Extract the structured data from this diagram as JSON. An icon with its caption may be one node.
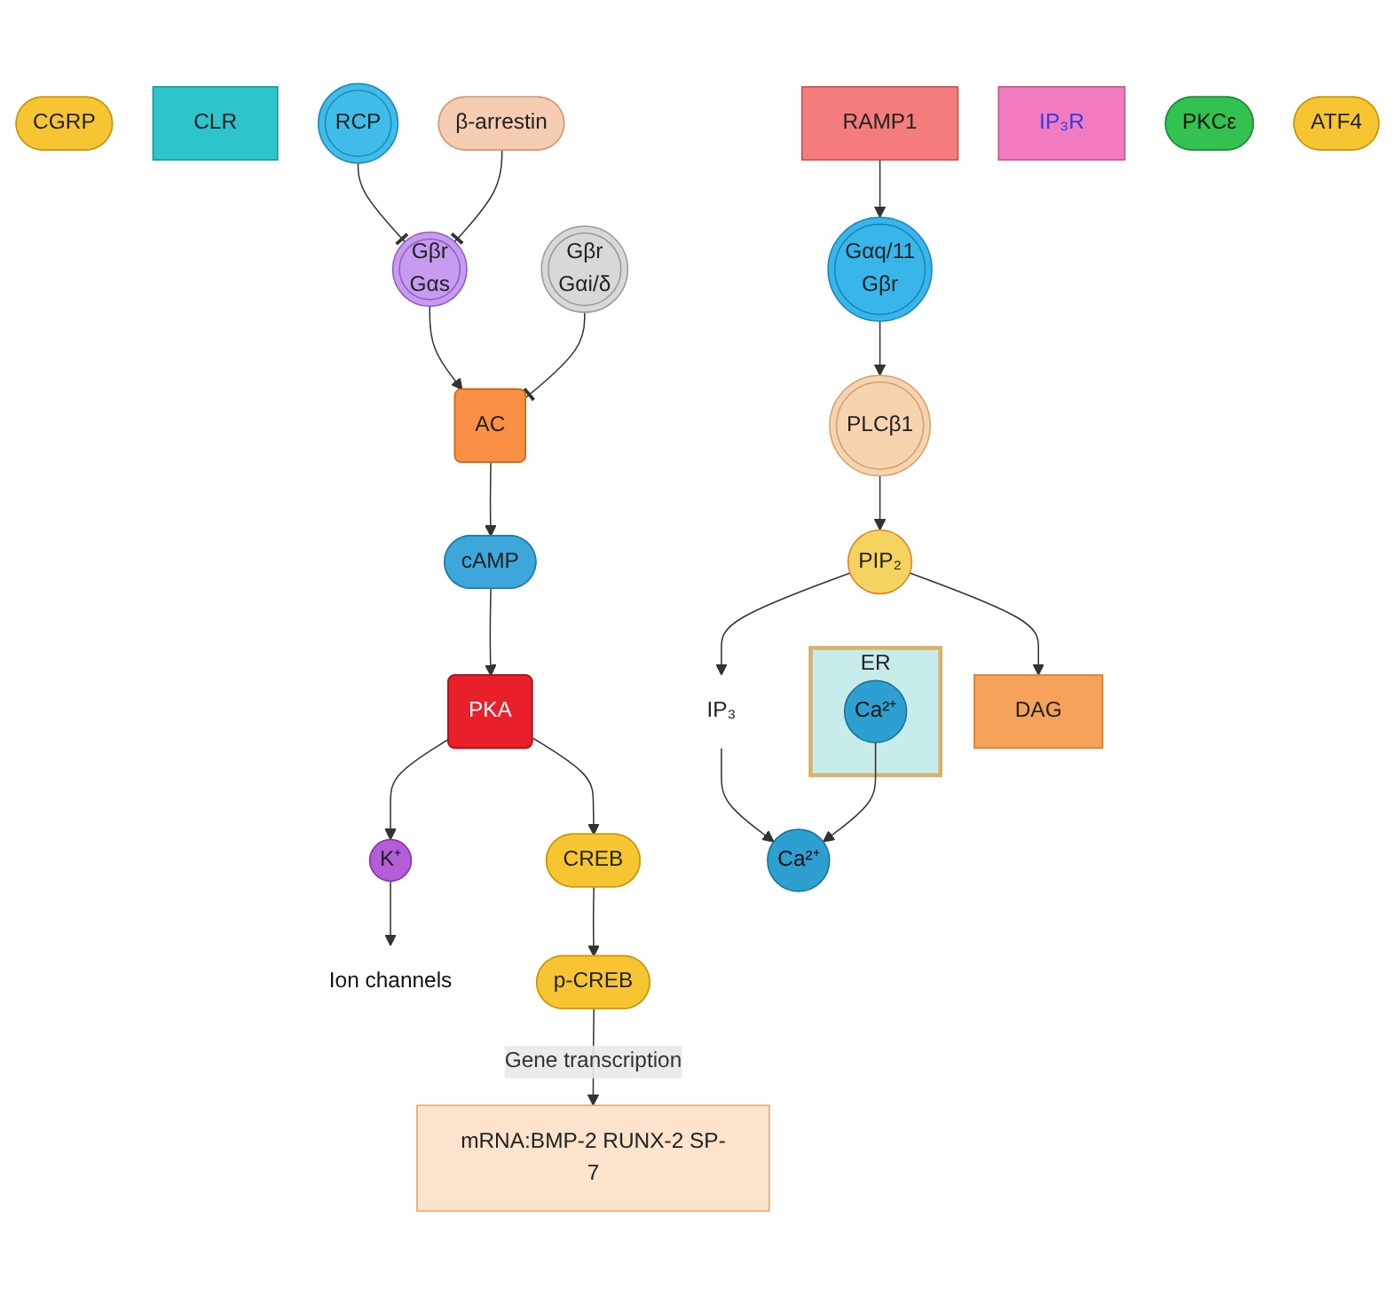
{
  "diagram": {
    "nodes": [
      {
        "text": [
          "CGRP"
        ]
      },
      {
        "text": [
          "CLR"
        ]
      },
      {
        "text": [
          "RAMP1"
        ]
      },
      {
        "text": [
          "Gβr",
          "Gαs"
        ]
      },
      {
        "text": [
          "Ion channels"
        ]
      },
      {
        "text": [
          "AC"
        ]
      },
      {
        "text": [
          "K⁺"
        ]
      },
      {
        "text": [
          "Gβr",
          "Gαi/δ"
        ]
      },
      {
        "text": [
          "cAMP"
        ]
      },
      {
        "text": [
          "PKA"
        ]
      },
      {
        "text": [
          "Gαq/11",
          "Gβr"
        ]
      },
      {
        "text": [
          "RCP"
        ]
      },
      {
        "text": [
          "β-arrestin"
        ]
      },
      {
        "text": [
          "CREB"
        ]
      },
      {
        "text": [
          "PLCβ1"
        ]
      },
      {
        "text": [
          "mRNA:BMP-2 RUNX-2 SP-7"
        ]
      },
      {
        "text": [
          "IP₃"
        ]
      },
      {
        "text": [
          "Ca²⁺"
        ]
      },
      {
        "text": [
          "IP₃R"
        ]
      },
      {
        "text": [
          "PIP₂"
        ]
      },
      {
        "text": [
          "ER"
        ]
      },
      {
        "text": [
          "Ca²⁺"
        ],
        "in": 20
      },
      {
        "text": [
          "DAG"
        ]
      },
      {
        "text": [
          "PKCε"
        ]
      },
      {
        "text": [
          "p-CREB"
        ]
      },
      {
        "text": [
          "ATF4"
        ]
      }
    ],
    "edges": [
      {
        "from": 2,
        "to": 10,
        "arrow": "to"
      },
      {
        "from": 3,
        "to": 5,
        "arrow": "to"
      },
      {
        "from": 7,
        "to": 5,
        "arrow": "other"
      },
      {
        "from": 11,
        "to": 3,
        "arrow": "other"
      },
      {
        "from": 12,
        "to": 3,
        "arrow": "other"
      },
      {
        "from": 5,
        "to": 8,
        "arrow": "to"
      },
      {
        "from": 8,
        "to": 9,
        "arrow": "to"
      },
      {
        "from": 9,
        "to": 6,
        "arrow": "to"
      },
      {
        "from": 6,
        "to": 4,
        "arrow": "to"
      },
      {
        "from": 9,
        "to": 13,
        "arrow": "to"
      },
      {
        "from": 13,
        "to": 24,
        "arrow": "to"
      },
      {
        "from": 24,
        "to": 15,
        "arrow": "to",
        "label": "Gene transcription"
      },
      {
        "from": 10,
        "to": 14,
        "arrow": "to"
      },
      {
        "from": 14,
        "to": 19,
        "arrow": "to"
      },
      {
        "from": 19,
        "to": 16,
        "arrow": "to"
      },
      {
        "from": 19,
        "to": 22,
        "arrow": "to"
      },
      {
        "from": 16,
        "to": 17,
        "arrow": "to"
      },
      {
        "from": 21,
        "to": 17,
        "arrow": "to"
      }
    ]
  }
}
